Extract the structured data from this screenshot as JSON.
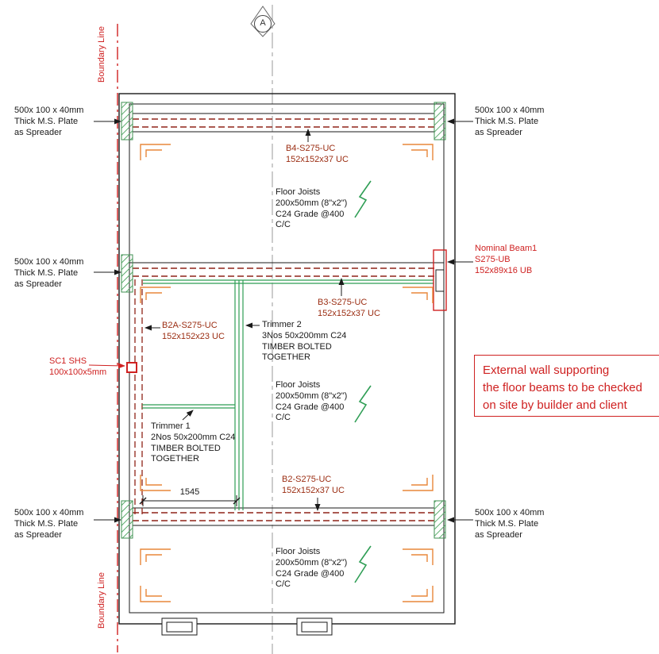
{
  "colors": {
    "boundary_red": "#cf2121",
    "beam_dark_red": "#8f2418",
    "label_dark_red": "#9b2d12",
    "timber_green": "#2f9e55",
    "plate_green": "#4aa55e",
    "corner_orange": "#e8873a",
    "line_black": "#1a1a1a",
    "centerline_gray": "#9a9a9a"
  },
  "boundary": {
    "top": "Boundary Line",
    "bottom": "Boundary Line"
  },
  "section_marker": {
    "letter": "A"
  },
  "plates": {
    "label": "500x 100 x 40mm\nThick M.S. Plate\nas Spreader"
  },
  "beams": {
    "b4": "B4-S275-UC\n152x152x37 UC",
    "b3": "B3-S275-UC\n152x152x37 UC",
    "b2": "B2-S275-UC\n152x152x37 UC",
    "b2a": "B2A-S275-UC\n152x152x23 UC",
    "nominal": "Nominal Beam1\nS275-UB\n152x89x16 UB",
    "sc1": "SC1 SHS\n100x100x5mm"
  },
  "joists": {
    "label": "Floor Joists\n200x50mm (8\"x2\")\nC24 Grade @400\nC/C"
  },
  "trimmers": {
    "t1": "Trimmer 1\n2Nos 50x200mm C24\nTIMBER BOLTED\nTOGETHER",
    "t2": "Trimmer 2\n3Nos 50x200mm C24\nTIMBER BOLTED\nTOGETHER"
  },
  "dimension": "1545",
  "note": "External wall supporting\nthe  floor beams to be checked\non site by builder and client"
}
